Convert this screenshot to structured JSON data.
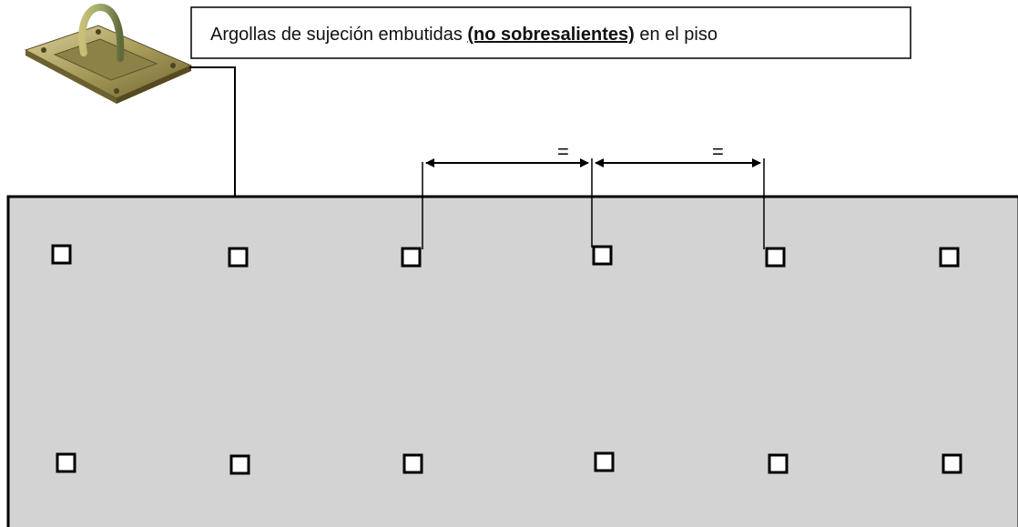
{
  "callout": {
    "text_before": "Argollas de sujeción embutidas ",
    "text_emphasis": "(no sobresalientes)",
    "text_after": " en el piso"
  },
  "dimensions": {
    "equal_left": "=",
    "equal_right": "="
  },
  "colors": {
    "floor_fill": "#d3d3d3",
    "stroke": "#000000",
    "anchor_fill": "#ffffff"
  },
  "anchor_ring_rows": [
    {
      "row": "top",
      "count": 6
    },
    {
      "row": "bottom",
      "count": 6
    }
  ]
}
